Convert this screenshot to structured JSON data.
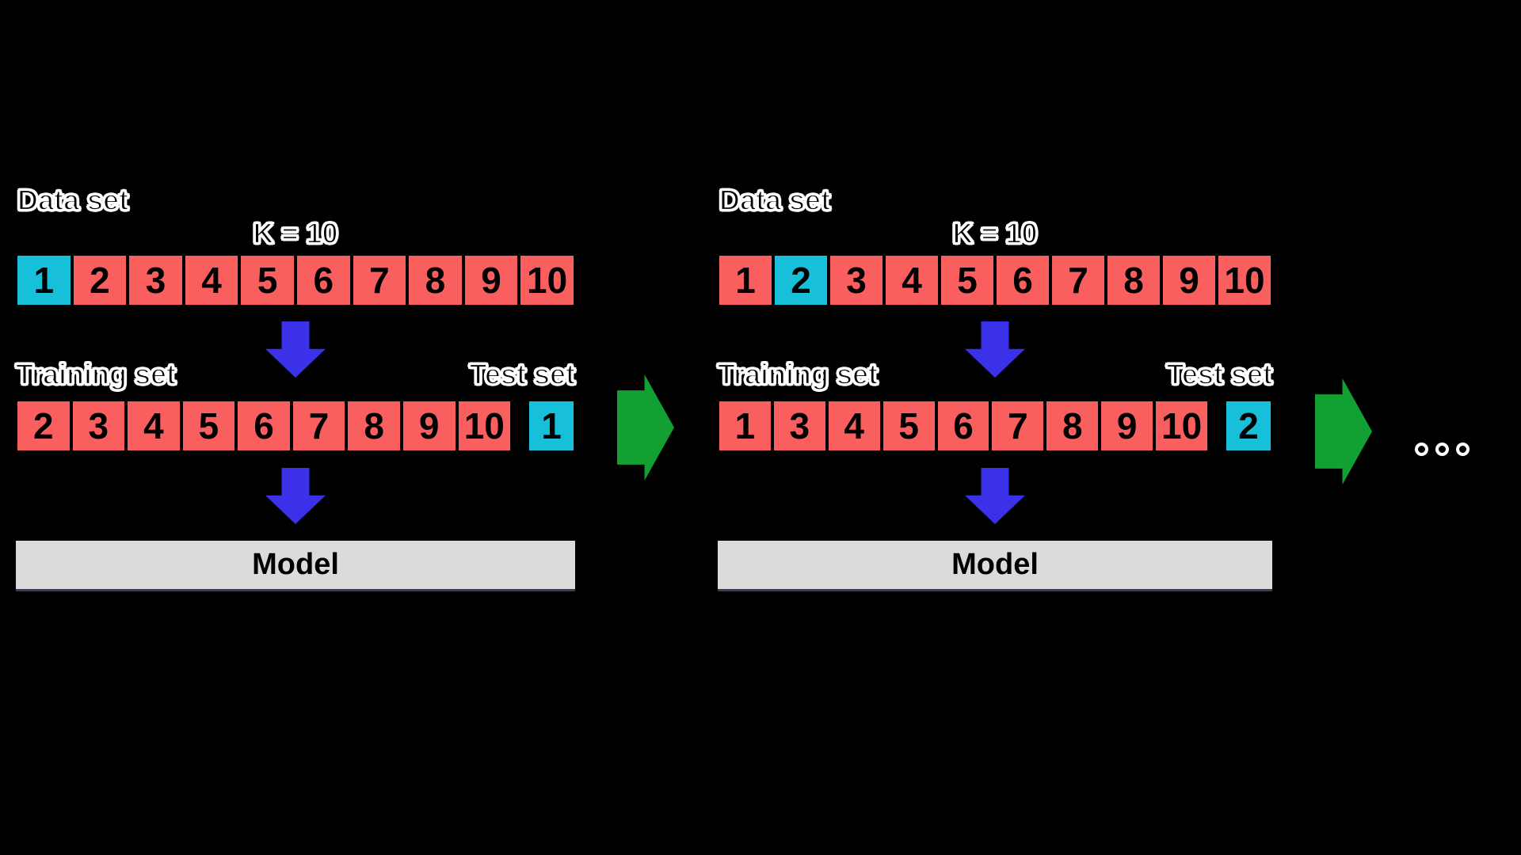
{
  "colors": {
    "background_color": "#000000",
    "fold_color": "#FA5F5F",
    "test_fold_color": "#17BFD9",
    "down_arrow_color": "#3B31E8",
    "next_arrow_color": "#12A033",
    "model_box_color": "#DBDBDB",
    "label_outline_color": "#FFFFFF",
    "label_fill_color": "#000000",
    "number_color": "#000000"
  },
  "panels": [
    {
      "dataset_label": "Data set",
      "k_label": "K = 10",
      "training_label": "Training set",
      "test_label": "Test set",
      "model_label": "Model",
      "data_folds": [
        {
          "label": "1",
          "role": "test"
        },
        {
          "label": "2",
          "role": "train"
        },
        {
          "label": "3",
          "role": "train"
        },
        {
          "label": "4",
          "role": "train"
        },
        {
          "label": "5",
          "role": "train"
        },
        {
          "label": "6",
          "role": "train"
        },
        {
          "label": "7",
          "role": "train"
        },
        {
          "label": "8",
          "role": "train"
        },
        {
          "label": "9",
          "role": "train"
        },
        {
          "label": "10",
          "role": "train"
        }
      ],
      "training_folds": [
        "2",
        "3",
        "4",
        "5",
        "6",
        "7",
        "8",
        "9",
        "10"
      ],
      "test_fold": "1"
    },
    {
      "dataset_label": "Data set",
      "k_label": "K = 10",
      "training_label": "Training set",
      "test_label": "Test set",
      "model_label": "Model",
      "data_folds": [
        {
          "label": "1",
          "role": "train"
        },
        {
          "label": "2",
          "role": "test"
        },
        {
          "label": "3",
          "role": "train"
        },
        {
          "label": "4",
          "role": "train"
        },
        {
          "label": "5",
          "role": "train"
        },
        {
          "label": "6",
          "role": "train"
        },
        {
          "label": "7",
          "role": "train"
        },
        {
          "label": "8",
          "role": "train"
        },
        {
          "label": "9",
          "role": "train"
        },
        {
          "label": "10",
          "role": "train"
        }
      ],
      "training_folds": [
        "1",
        "3",
        "4",
        "5",
        "6",
        "7",
        "8",
        "9",
        "10"
      ],
      "test_fold": "2"
    }
  ],
  "ellipsis_dots": 3
}
